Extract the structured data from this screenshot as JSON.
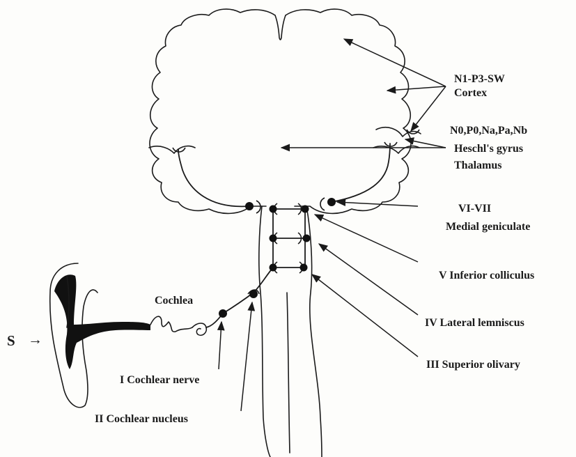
{
  "labels": {
    "n1_p3_sw": "N1-P3-SW",
    "cortex": "Cortex",
    "n0_p0": "N0,P0,Na,Pa,Nb",
    "heschl": "Heschl's gyrus",
    "thalamus": "Thalamus",
    "vi_vii": "VI-VII",
    "medial_geniculate": "Medial geniculate",
    "v_inferior_colliculus": "V Inferior colliculus",
    "iv_lateral_lemniscus": "IV Lateral lemniscus",
    "iii_superior_olivary": "III Superior olivary",
    "cochlea": "Cochlea",
    "i_cochlear_nerve": "I Cochlear nerve",
    "ii_cochlear_nucleus": "II Cochlear nucleus",
    "s": "S",
    "s_arrow": "→"
  }
}
